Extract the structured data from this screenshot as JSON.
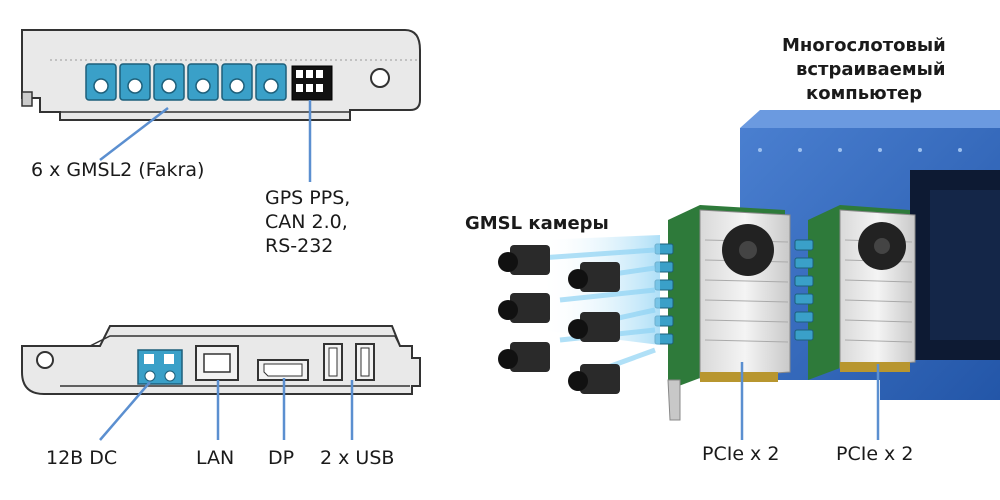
{
  "labels": {
    "gmsl2": "6 x GMSL2 (Fakra)",
    "gps_line1": "GPS PPS,",
    "gps_line2": "CAN 2.0,",
    "gps_line3": "RS-232",
    "dc": "12B DC",
    "lan": "LAN",
    "dp": "DP",
    "usb": "2 x USB",
    "computer_line1": "Многослотовый",
    "computer_line2": "встраиваемый",
    "computer_line3": "компьютер",
    "cameras": "GMSL камеры",
    "pcie_left": "PCIe x 2",
    "pcie_right": "PCIe x 2"
  },
  "colors": {
    "pointer_line": "#5b8fd0",
    "fakra_connector": "#3aa0c8",
    "chassis_blue": "#2f63b8",
    "bracket_gray": "#e6e6e6",
    "camera_body": "#2a2a2a"
  }
}
